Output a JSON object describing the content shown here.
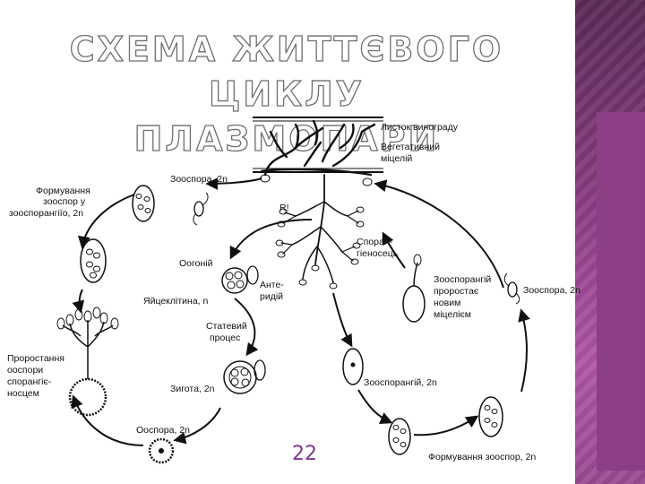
{
  "slide": {
    "title_lines": [
      "СХЕМА ЖИТТЄВОГО ЦИКЛУ",
      "ПЛАЗМОПАРИ"
    ],
    "page_number": "22"
  },
  "diagram": {
    "labels": {
      "leaf": "Листок винограду",
      "mycelium_1": "Вегетативний",
      "mycelium_2": "міцелій",
      "zoospore_left": "Зооспора, 2n",
      "form_in_sporangium_1": "Формування",
      "form_in_sporangium_2": "зооспор у",
      "form_in_sporangium_3": "зооспорангіїо, 2n",
      "r_mark": "R!",
      "sporangiophore_1": "Споран-",
      "sporangiophore_2": "гіеносець",
      "oogonium": "Оогоній",
      "antheridium_1": "Анте-",
      "antheridium_2": "ридій",
      "egg_cell": "Яйцеклітина, n",
      "sexual_1": "Статевий",
      "sexual_2": "процес",
      "germ_1": "Проростання",
      "germ_2": "ооспори",
      "germ_3": "спорангіє-",
      "germ_4": "носцем",
      "zygote": "Зигота, 2n",
      "oospore": "Ооспора, 2n",
      "zoosp_grows_1": "Зооспорангій",
      "zoosp_grows_2": "проростає",
      "zoosp_grows_3": "новим",
      "zoosp_grows_4": "міцелієм",
      "zoospore_right": "Зооспора, 2n",
      "zoosporangium": "Зооспорангій, 2n",
      "form_zoospores": "Формування зооспор, 2n"
    }
  }
}
